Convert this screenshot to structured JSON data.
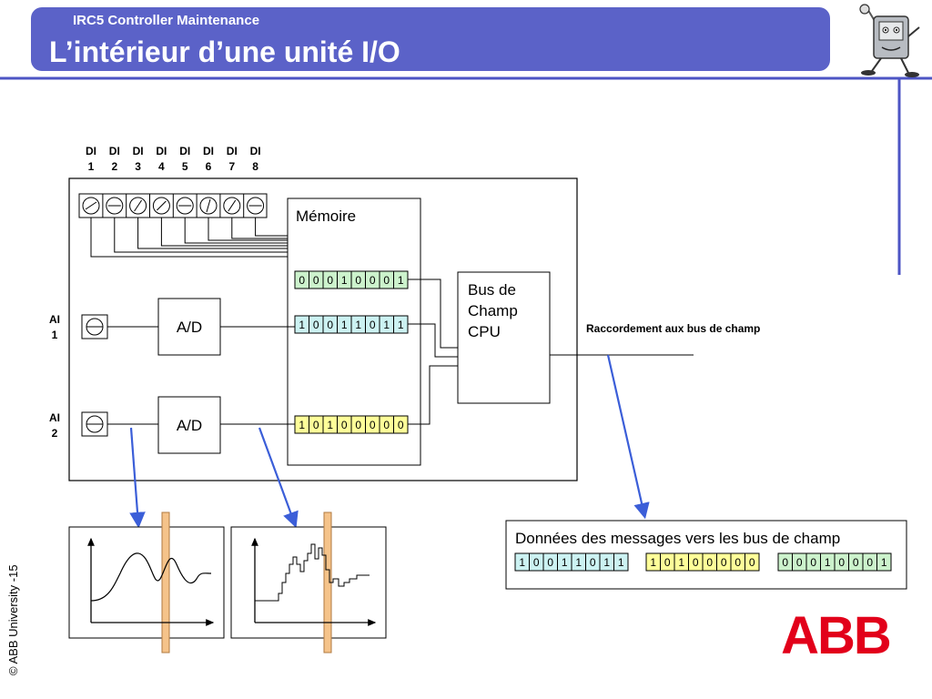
{
  "header": {
    "subtitle": "IRC5 Controller Maintenance",
    "title": "L’intérieur d’une unité I/O"
  },
  "digital_inputs": [
    {
      "top": "DI",
      "num": "1"
    },
    {
      "top": "DI",
      "num": "2"
    },
    {
      "top": "DI",
      "num": "3"
    },
    {
      "top": "DI",
      "num": "4"
    },
    {
      "top": "DI",
      "num": "5"
    },
    {
      "top": "DI",
      "num": "6"
    },
    {
      "top": "DI",
      "num": "7"
    },
    {
      "top": "DI",
      "num": "8"
    }
  ],
  "analog_inputs": [
    {
      "top": "AI",
      "num": "1"
    },
    {
      "top": "AI",
      "num": "2"
    }
  ],
  "converters": [
    "A/D",
    "A/D"
  ],
  "memory": {
    "label": "Mémoire",
    "registers": [
      {
        "bits": "00010001",
        "color": "#ccf2cc"
      },
      {
        "bits": "10011011",
        "color": "#ccf2f2"
      },
      {
        "bits": "10100000",
        "color": "#ffff99"
      }
    ]
  },
  "bus_cpu": {
    "line1": "Bus de",
    "line2": "Champ",
    "line3": "CPU"
  },
  "fieldbus_label": "Raccordement aux bus de champ",
  "messages": {
    "title": "Données des messages vers les bus de champ",
    "groups": [
      {
        "bits": "10011011",
        "color": "#ccf2f2"
      },
      {
        "bits": "10100000",
        "color": "#ffff99"
      },
      {
        "bits": "00010001",
        "color": "#ccf2cc"
      }
    ]
  },
  "footer": {
    "copyright": "© ABB University -15",
    "logo_text": "ABB"
  },
  "colors": {
    "header_bg": "#5b62c8",
    "accent_line": "#4d55c4",
    "arrow_blue": "#3b5ed8",
    "sample_bar": "#f5c38a",
    "logo_red": "#e2001a"
  },
  "icons": {
    "mascot": "robot-controller-mascot-icon",
    "terminal": "screw-terminal-icon"
  }
}
